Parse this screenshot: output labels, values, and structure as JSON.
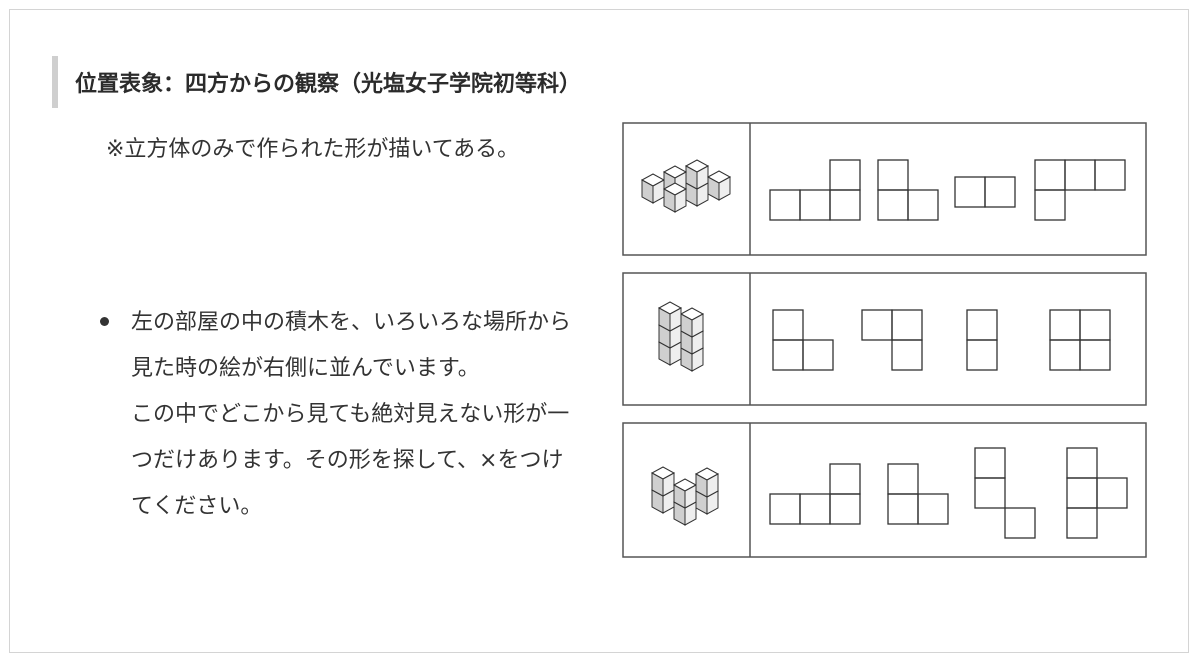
{
  "heading": "位置表象：四方からの観察（光塩女子学院初等科）",
  "note": "※立方体のみで作られた形が描いてある。",
  "instructions": {
    "line1": "左の部屋の中の積木を、いろいろな場所から見た時の絵が右側に並んでいます。",
    "line2": "この中でどこから見ても絶対見えない形が一つだけあります。その形を探して、×をつけてください。"
  },
  "figure": {
    "rows": 3,
    "views_per_row": 4,
    "colors": {
      "border": "#555555",
      "cube_top": "#ffffff",
      "cube_side": "#cfcfcf",
      "cube_front": "#e9e9e9"
    }
  }
}
